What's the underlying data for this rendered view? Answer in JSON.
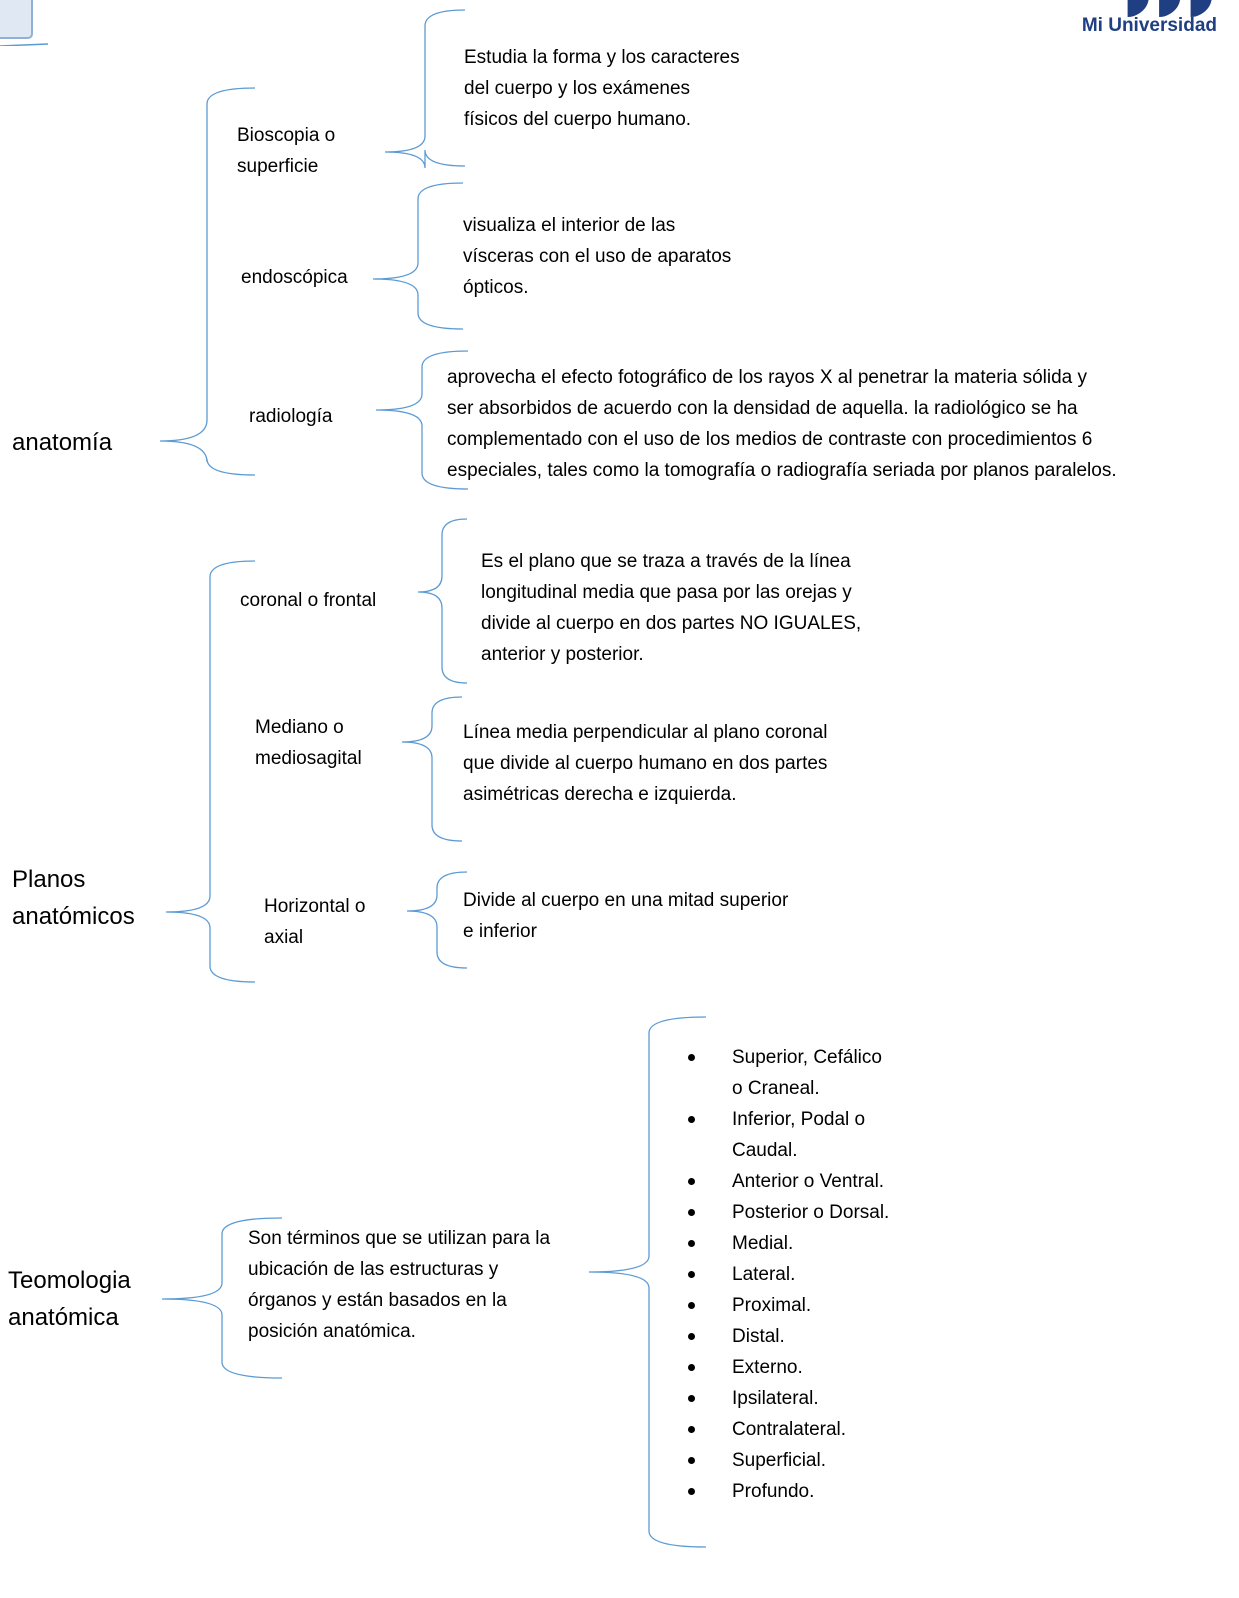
{
  "header": {
    "brand_name": "Mi Universidad"
  },
  "sections": {
    "anatomia": {
      "title": "anatomía",
      "items": [
        {
          "label": [
            "Bioscopia o",
            "superficie"
          ],
          "description": [
            "Estudia la forma y los caracteres",
            "del cuerpo y los exámenes",
            "físicos del cuerpo humano."
          ]
        },
        {
          "label": [
            "endoscópica"
          ],
          "description": [
            "visualiza el interior de las",
            "vísceras con el uso de aparatos",
            "ópticos."
          ]
        },
        {
          "label": [
            "radiología"
          ],
          "description": [
            "aprovecha el efecto fotográfico de los rayos X al penetrar la materia sólida y",
            "ser absorbidos de acuerdo con la densidad de aquella. la radiológico se ha",
            "complementado con el uso de los medios de contraste con procedimientos 6",
            "especiales, tales como la tomografía o radiografía seriada por planos paralelos."
          ]
        }
      ]
    },
    "planos": {
      "title": [
        "Planos",
        "anatómicos"
      ],
      "items": [
        {
          "label": [
            "coronal o frontal"
          ],
          "description": [
            "Es el plano que se traza a través de la línea",
            "longitudinal media que pasa por las orejas y",
            "divide al cuerpo en dos partes NO IGUALES,",
            "anterior y posterior."
          ]
        },
        {
          "label": [
            "Mediano o",
            "mediosagital"
          ],
          "description": [
            "Línea media perpendicular al plano coronal",
            "que divide al cuerpo humano en dos partes",
            "asimétricas derecha e izquierda."
          ]
        },
        {
          "label": [
            "Horizontal o",
            "axial"
          ],
          "description": [
            "Divide al cuerpo en una mitad superior",
            "e inferior"
          ]
        }
      ]
    },
    "terminologia": {
      "title": [
        "Teomologia",
        "anatómica"
      ],
      "description": [
        "Son términos que se utilizan para la",
        "ubicación de las estructuras y",
        "órganos y están basados en la",
        "posición anatómica."
      ],
      "terms": [
        [
          "Superior, Cefálico",
          "o Craneal."
        ],
        [
          "Inferior, Podal o",
          "Caudal."
        ],
        [
          "Anterior o Ventral."
        ],
        [
          "Posterior o Dorsal."
        ],
        [
          "Medial."
        ],
        [
          "Lateral."
        ],
        [
          "Proximal."
        ],
        [
          "Distal."
        ],
        [
          "Externo."
        ],
        [
          "Ipsilateral."
        ],
        [
          "Contralateral."
        ],
        [
          "Superficial."
        ],
        [
          "Profundo."
        ]
      ]
    }
  }
}
